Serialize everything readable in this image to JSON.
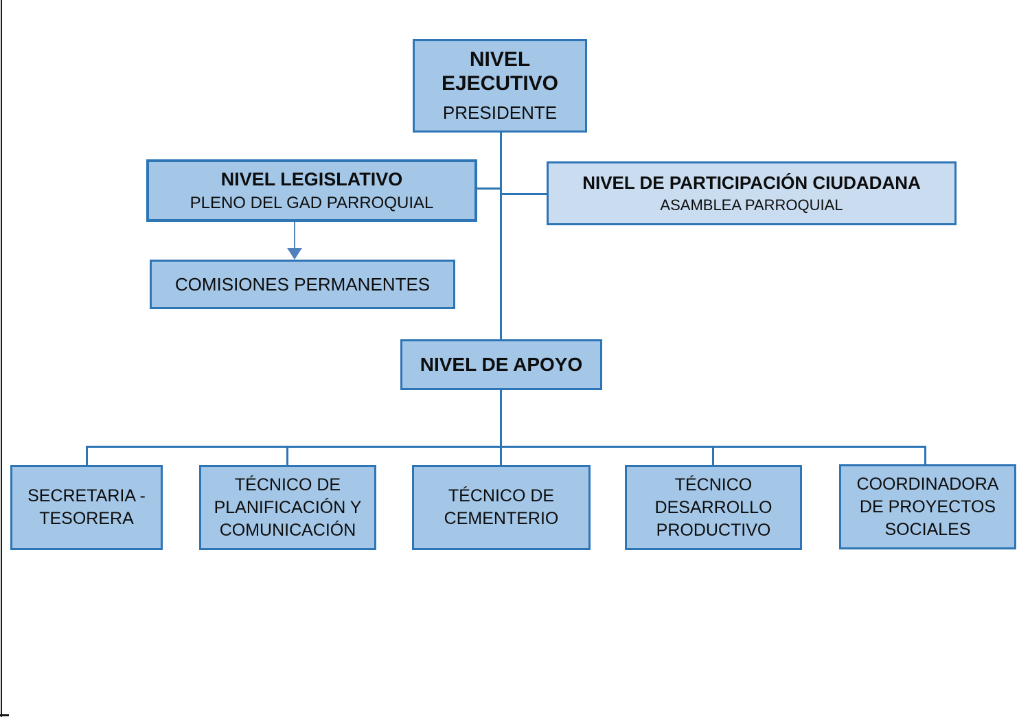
{
  "palette": {
    "box_fill": "#a4c7e8",
    "box_fill_light": "#c9dcf0",
    "line": "#2e75b6",
    "arrow": "#4f81bd",
    "text": "#0d0d0d"
  },
  "chart": {
    "type": "org-chart",
    "nodes": {
      "ejecutivo": {
        "title": "NIVEL\nEJECUTIVO",
        "subtitle": "PRESIDENTE"
      },
      "legislativo": {
        "title": "NIVEL LEGISLATIVO",
        "subtitle": "PLENO DEL GAD PARROQUIAL"
      },
      "participacion": {
        "title": "NIVEL DE PARTICIPACIÓN CIUDADANA",
        "subtitle": "ASAMBLEA PARROQUIAL"
      },
      "comisiones": {
        "label": "COMISIONES PERMANENTES"
      },
      "apoyo": {
        "title": "NIVEL DE APOYO"
      },
      "unidades": [
        {
          "label": "SECRETARIA -\nTESORERA"
        },
        {
          "label": "TÉCNICO DE\nPLANIFICACIÓN Y\nCOMUNICACIÓN"
        },
        {
          "label": "TÉCNICO DE\nCEMENTERIO"
        },
        {
          "label": "TÉCNICO\nDESARROLLO\nPRODUCTIVO"
        },
        {
          "label": "COORDINADORA\nDE PROYECTOS\nSOCIALES"
        }
      ]
    }
  }
}
